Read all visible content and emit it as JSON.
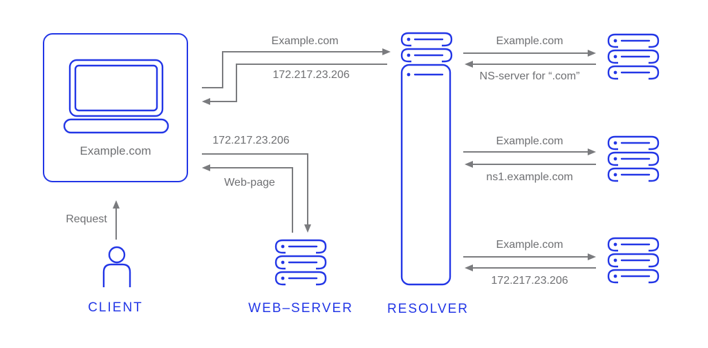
{
  "diagram": {
    "colors": {
      "accent-blue": "#2236e6",
      "arrow-gray": "#7a7b7e",
      "text-gray": "#6e6f72"
    },
    "client": {
      "name": "CLIENT",
      "device_label": "Example.com",
      "request_label": "Request"
    },
    "web_server": {
      "name": "WEB–SERVER"
    },
    "resolver": {
      "name": "RESOLVER"
    },
    "arrows": {
      "client_to_resolver_query": "Example.com",
      "resolver_to_client_response": "172.217.23.206",
      "client_to_webserver_request": "172.217.23.206",
      "webserver_to_client_response": "Web-page",
      "root_ns_query": "Example.com",
      "root_ns_response": "NS-server for “.com”",
      "tld_ns_query": "Example.com",
      "tld_ns_response": "ns1.example.com",
      "auth_ns_query": "Example.com",
      "auth_ns_response": "172.217.23.206"
    }
  }
}
